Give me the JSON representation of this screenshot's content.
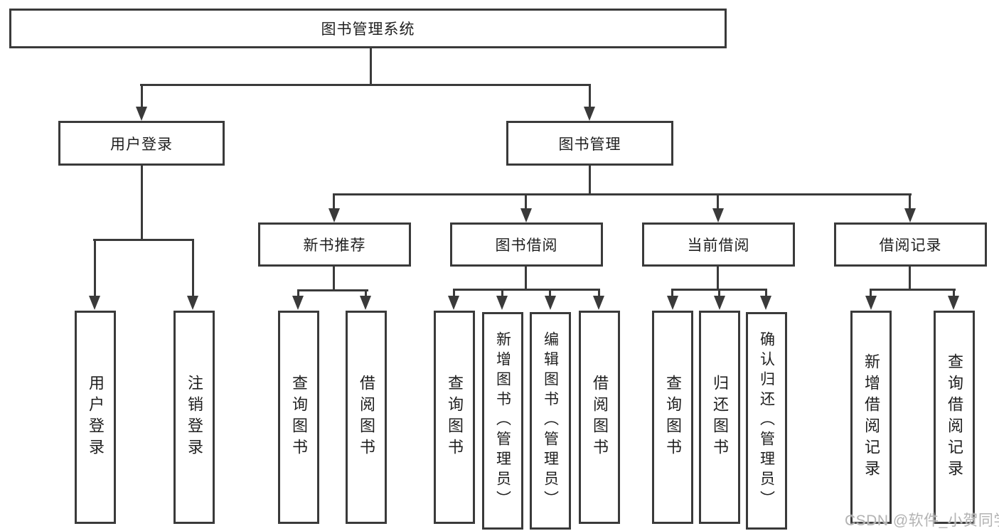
{
  "diagram": {
    "title": "图书管理系统",
    "branches": [
      {
        "label": "用户登录",
        "children": [
          {
            "label": "用户登录"
          },
          {
            "label": "注销登录"
          }
        ]
      },
      {
        "label": "图书管理",
        "children": [
          {
            "label": "新书推荐",
            "children": [
              {
                "label": "查询图书"
              },
              {
                "label": "借阅图书"
              }
            ]
          },
          {
            "label": "图书借阅",
            "children": [
              {
                "label": "查询图书"
              },
              {
                "label": "新增图书（管理员）"
              },
              {
                "label": "编辑图书（管理员）"
              },
              {
                "label": "借阅图书"
              }
            ]
          },
          {
            "label": "当前借阅",
            "children": [
              {
                "label": "查询图书"
              },
              {
                "label": "归还图书"
              },
              {
                "label": "确认归还（管理员）"
              }
            ]
          },
          {
            "label": "借阅记录",
            "children": [
              {
                "label": "新增借阅记录"
              },
              {
                "label": "查询借阅记录"
              }
            ]
          }
        ]
      }
    ]
  },
  "watermark": {
    "text": "CSDN @软件_小贺同学"
  },
  "colors": {
    "line": "#3a3a3a",
    "text": "#1f1f1f",
    "watermark": "#b3b3b3",
    "background": "#ffffff"
  }
}
